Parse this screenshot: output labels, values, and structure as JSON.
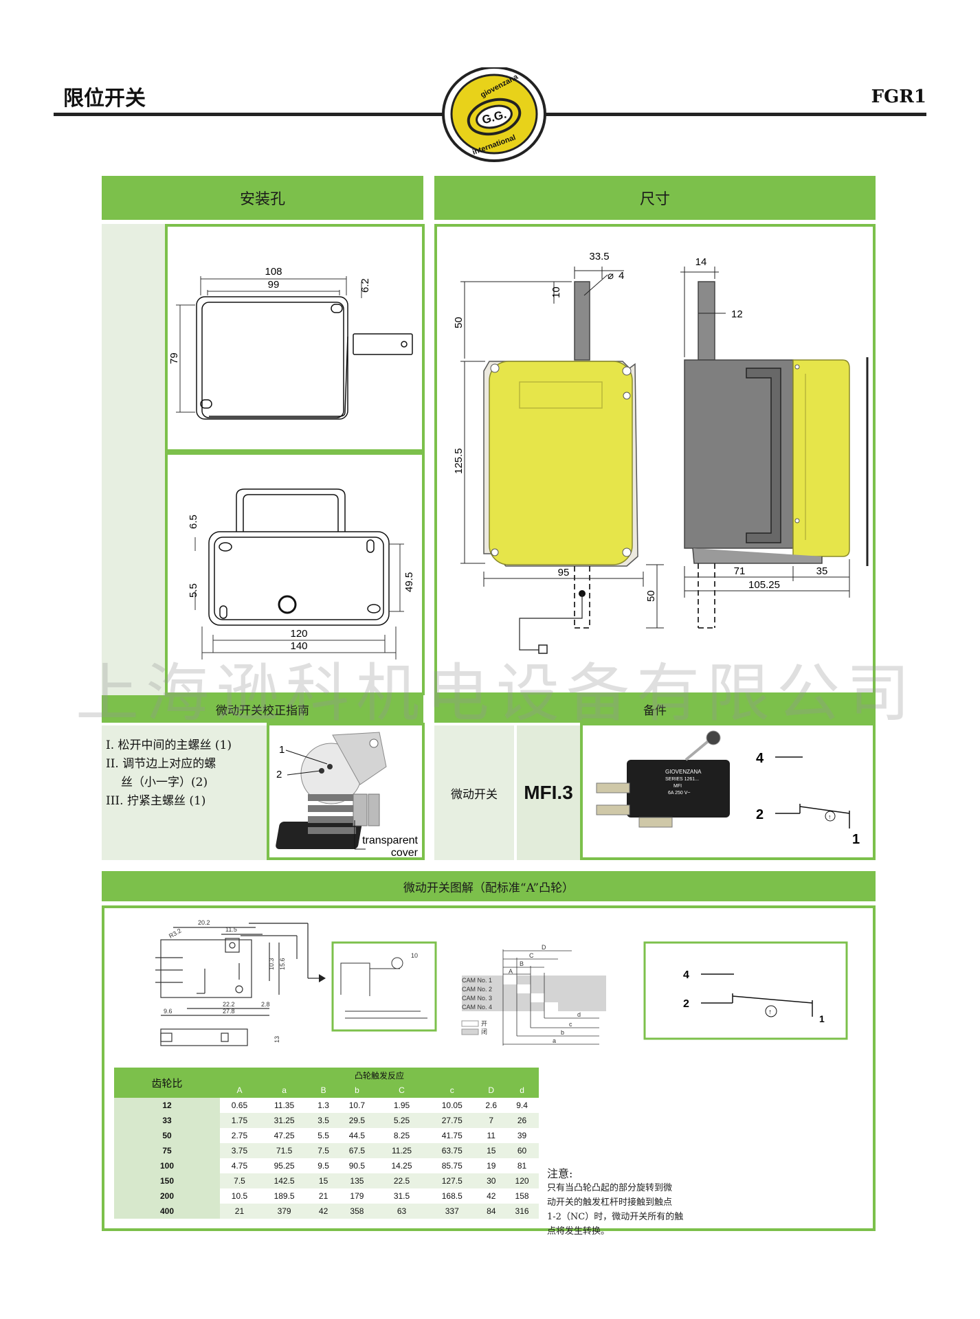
{
  "header": {
    "title": "限位开关",
    "code": "FGR1"
  },
  "logo": {
    "top_text": "giovenzana",
    "center_text": "G.G.",
    "bottom_text": "international",
    "color": "#e8d21a"
  },
  "sections": {
    "mounting": "安装孔",
    "dimensions": "尺寸",
    "calibration": "微动开关校正指南",
    "spare_parts": "备件",
    "diagram": "微动开关图解（配标准“A”凸轮）"
  },
  "mounting_top": {
    "d1": "108",
    "d2": "99",
    "d3": "6.2",
    "d4": "79"
  },
  "mounting_bottom": {
    "d1": "6.5",
    "d2": "5.5",
    "d3": "49.5",
    "d4": "120",
    "d5": "140"
  },
  "dim_front": {
    "d1": "33.5",
    "d2": "4",
    "d3": "10",
    "d4": "50",
    "d5": "125.5",
    "d6": "95",
    "d7": "50"
  },
  "dim_side": {
    "d1": "14",
    "d2": "12",
    "d3": "71",
    "d4": "35",
    "d5": "105.25"
  },
  "calibration_steps": [
    "I. 松开中间的主螺丝 (1)",
    "II. 调节边上对应的螺",
    "丝（小一字）(2)",
    "III. 拧紧主螺丝 (1)"
  ],
  "calibration_img": {
    "label1": "1",
    "label2": "2",
    "cover1": "transparent",
    "cover2": "cover"
  },
  "spare": {
    "label": "微动开关",
    "model": "MFI.3",
    "switch_text": [
      "GIOVENZANA",
      "SERIES 1261...",
      "MFI",
      "6A 250 V~"
    ],
    "contacts": {
      "c4": "4",
      "c2": "2",
      "c1": "1"
    }
  },
  "switch_diagram": {
    "dims": [
      "20.2",
      "11.5",
      "10.3",
      "15.6",
      "22.2",
      "27.8",
      "2.8",
      "9.6",
      "R3.2",
      "10",
      "13"
    ],
    "cams": [
      "CAM No. 1",
      "CAM No. 2",
      "CAM No. 3",
      "CAM No. 4"
    ],
    "cam_letters_top": [
      "D",
      "C",
      "B",
      "A"
    ],
    "cam_letters_bottom": [
      "d",
      "c",
      "b",
      "a"
    ],
    "legend_open": "开",
    "legend_closed": "闭",
    "contacts": {
      "c4": "4",
      "c2": "2",
      "c1": "1"
    }
  },
  "cam_table": {
    "ratio_header": "齿轮比",
    "reaction_header": "凸轮触发反应",
    "columns": [
      "A",
      "a",
      "B",
      "b",
      "C",
      "c",
      "D",
      "d"
    ],
    "rows": [
      {
        "ratio": "12",
        "values": [
          "0.65",
          "11.35",
          "1.3",
          "10.7",
          "1.95",
          "10.05",
          "2.6",
          "9.4"
        ]
      },
      {
        "ratio": "33",
        "values": [
          "1.75",
          "31.25",
          "3.5",
          "29.5",
          "5.25",
          "27.75",
          "7",
          "26"
        ]
      },
      {
        "ratio": "50",
        "values": [
          "2.75",
          "47.25",
          "5.5",
          "44.5",
          "8.25",
          "41.75",
          "11",
          "39"
        ]
      },
      {
        "ratio": "75",
        "values": [
          "3.75",
          "71.5",
          "7.5",
          "67.5",
          "11.25",
          "63.75",
          "15",
          "60"
        ]
      },
      {
        "ratio": "100",
        "values": [
          "4.75",
          "95.25",
          "9.5",
          "90.5",
          "14.25",
          "85.75",
          "19",
          "81"
        ]
      },
      {
        "ratio": "150",
        "values": [
          "7.5",
          "142.5",
          "15",
          "135",
          "22.5",
          "127.5",
          "30",
          "120"
        ]
      },
      {
        "ratio": "200",
        "values": [
          "10.5",
          "189.5",
          "21",
          "179",
          "31.5",
          "168.5",
          "42",
          "158"
        ]
      },
      {
        "ratio": "400",
        "values": [
          "21",
          "379",
          "42",
          "358",
          "63",
          "337",
          "84",
          "316"
        ]
      }
    ]
  },
  "note": {
    "title": "注意:",
    "lines": [
      "只有当凸轮凸起的部分旋转到微",
      "动开关的触发杠杆时接触到触点",
      "1-2（NC）时，微动开关所有的触",
      "点将发生转换。"
    ]
  },
  "watermark": "上海逊科机电设备有限公司"
}
